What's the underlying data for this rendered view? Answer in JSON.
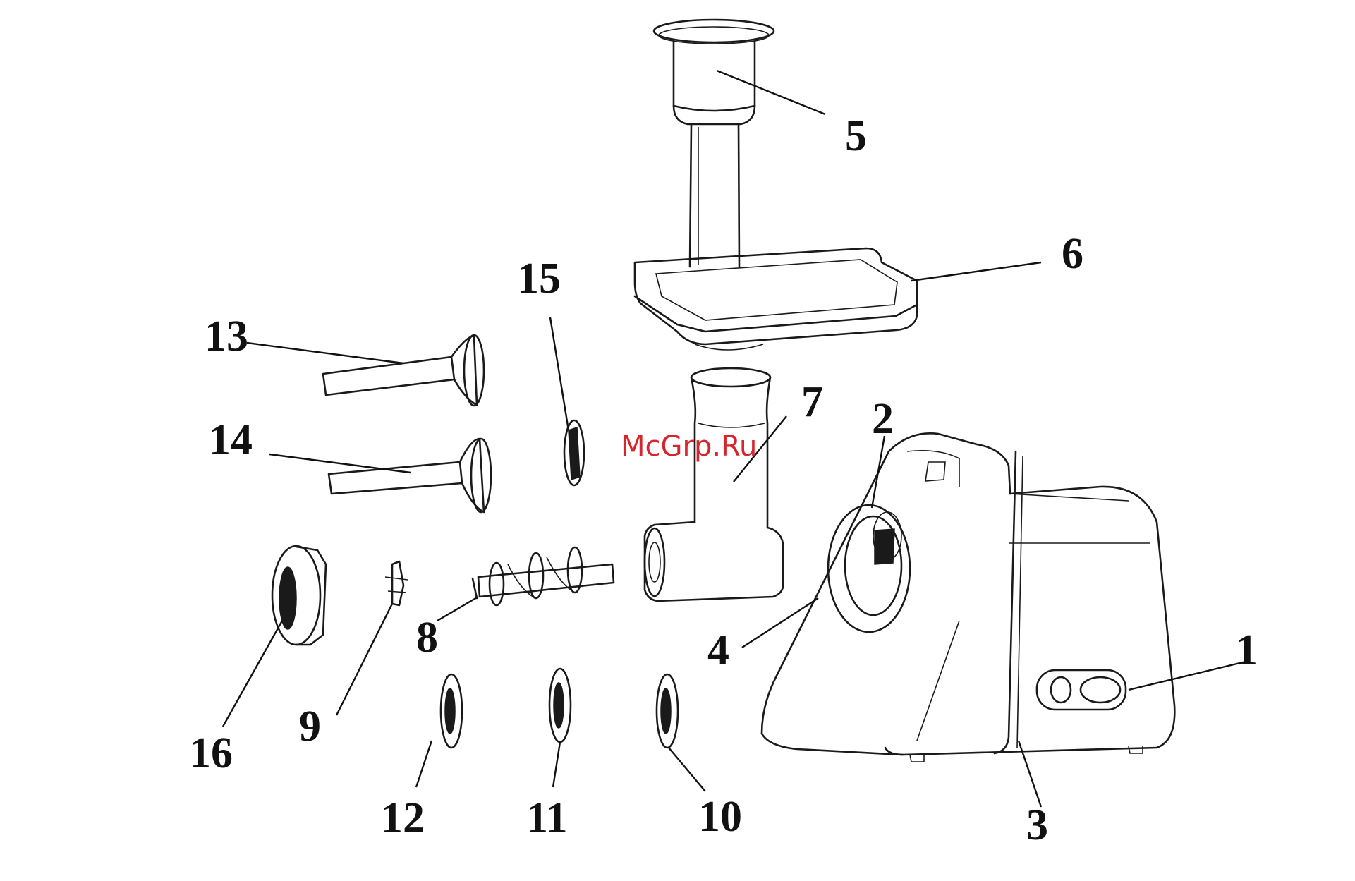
{
  "watermark": {
    "text": "McGrp.Ru",
    "color": "#d4262c"
  },
  "labels": [
    "1",
    "2",
    "3",
    "4",
    "5",
    "6",
    "7",
    "8",
    "9",
    "10",
    "11",
    "12",
    "13",
    "14",
    "15",
    "16"
  ],
  "colors": {
    "ink": "#1a1a1a",
    "background": "#ffffff"
  }
}
